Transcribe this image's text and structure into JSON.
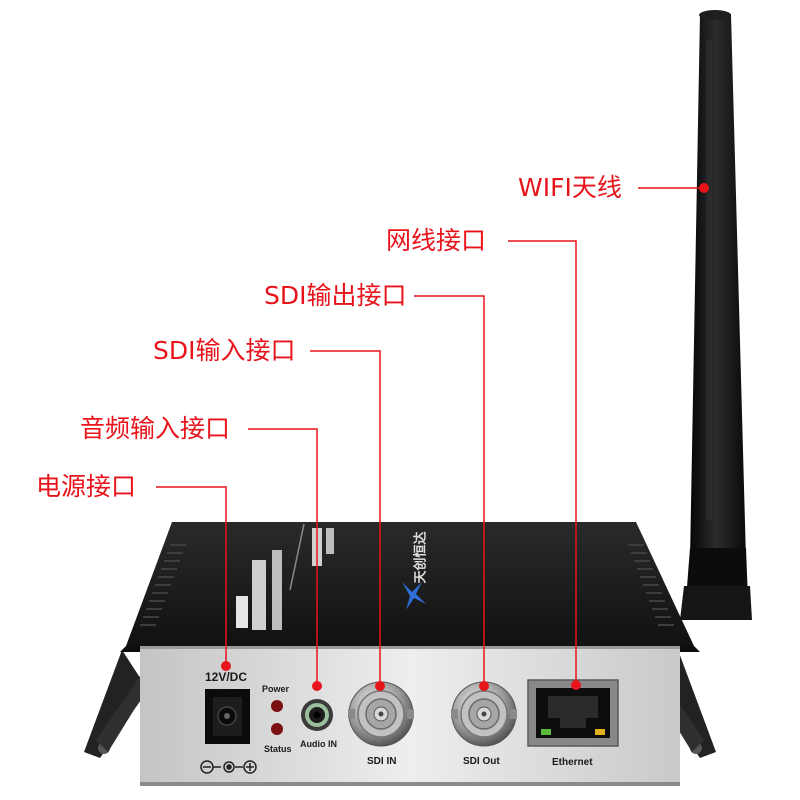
{
  "callouts": {
    "wifi": "WIFI天线",
    "ethernet": "网线接口",
    "sdi_out": "SDI输出接口",
    "sdi_in": "SDI输入接口",
    "audio_in": "音频输入接口",
    "power": "电源接口"
  },
  "device": {
    "brand": "天创恒达",
    "panel_labels": {
      "dc": "12V/DC",
      "power_led": "Power",
      "status_led": "Status",
      "audio": "Audio IN",
      "sdi_in": "SDI IN",
      "sdi_out": "SDI Out",
      "ethernet": "Ethernet"
    }
  },
  "colors": {
    "callout": "#e8141c",
    "body": "#1b1b1b",
    "panel": "#d9d9d9"
  }
}
